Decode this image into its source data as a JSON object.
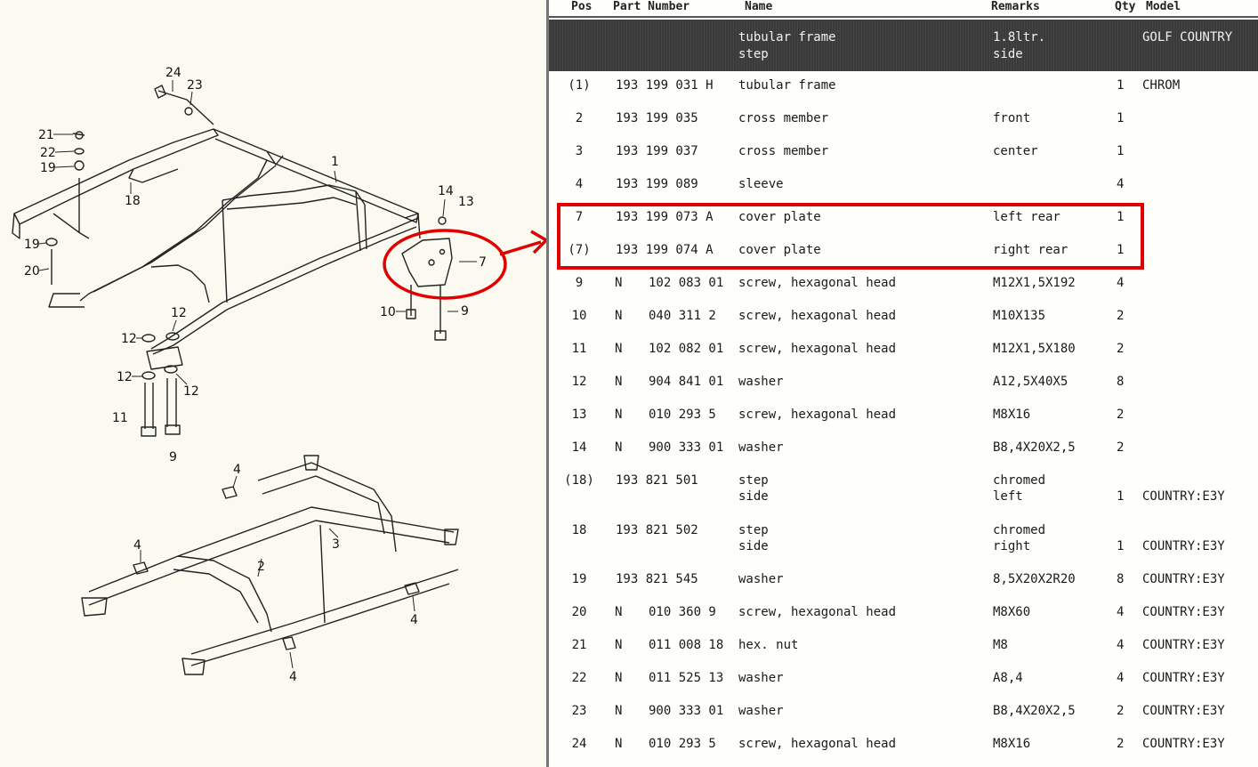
{
  "header": {
    "pos": "Pos",
    "part_number": "Part Number",
    "name": "Name",
    "remarks": "Remarks",
    "qty": "Qty",
    "model": "Model"
  },
  "title_band": {
    "name_line1": "tubular frame",
    "name_line2": "step",
    "remarks_line1": "1.8ltr.",
    "remarks_line2": "side",
    "model": "GOLF COUNTRY"
  },
  "rows": [
    {
      "pos": "(1)",
      "n": "",
      "part": "193 199 031 H",
      "name": "tubular frame",
      "name2": "",
      "rem": "",
      "rem2": "",
      "qty": "1",
      "model": "CHROM"
    },
    {
      "pos": "2",
      "n": "",
      "part": "193 199 035",
      "name": "cross member",
      "name2": "",
      "rem": "front",
      "rem2": "",
      "qty": "1",
      "model": ""
    },
    {
      "pos": "3",
      "n": "",
      "part": "193 199 037",
      "name": "cross member",
      "name2": "",
      "rem": "center",
      "rem2": "",
      "qty": "1",
      "model": ""
    },
    {
      "pos": "4",
      "n": "",
      "part": "193 199 089",
      "name": "sleeve",
      "name2": "",
      "rem": "",
      "rem2": "",
      "qty": "4",
      "model": ""
    },
    {
      "pos": "7",
      "n": "",
      "part": "193 199 073 A",
      "name": "cover plate",
      "name2": "",
      "rem": "left rear",
      "rem2": "",
      "qty": "1",
      "model": ""
    },
    {
      "pos": "(7)",
      "n": "",
      "part": "193 199 074 A",
      "name": "cover plate",
      "name2": "",
      "rem": "right rear",
      "rem2": "",
      "qty": "1",
      "model": ""
    },
    {
      "pos": "9",
      "n": "N",
      "part": "102 083 01",
      "name": "screw, hexagonal head",
      "name2": "",
      "rem": "M12X1,5X192",
      "rem2": "",
      "qty": "4",
      "model": ""
    },
    {
      "pos": "10",
      "n": "N",
      "part": "040 311 2",
      "name": "screw, hexagonal head",
      "name2": "",
      "rem": "M10X135",
      "rem2": "",
      "qty": "2",
      "model": ""
    },
    {
      "pos": "11",
      "n": "N",
      "part": "102 082 01",
      "name": "screw, hexagonal head",
      "name2": "",
      "rem": "M12X1,5X180",
      "rem2": "",
      "qty": "2",
      "model": ""
    },
    {
      "pos": "12",
      "n": "N",
      "part": "904 841 01",
      "name": "washer",
      "name2": "",
      "rem": "A12,5X40X5",
      "rem2": "",
      "qty": "8",
      "model": ""
    },
    {
      "pos": "13",
      "n": "N",
      "part": "010 293 5",
      "name": "screw, hexagonal head",
      "name2": "",
      "rem": "M8X16",
      "rem2": "",
      "qty": "2",
      "model": ""
    },
    {
      "pos": "14",
      "n": "N",
      "part": "900 333 01",
      "name": "washer",
      "name2": "",
      "rem": "B8,4X20X2,5",
      "rem2": "",
      "qty": "2",
      "model": ""
    },
    {
      "pos": "(18)",
      "n": "",
      "part": "193 821 501",
      "name": "step",
      "name2": "side",
      "rem": "chromed",
      "rem2": "left",
      "qty": "1",
      "model": "COUNTRY:E3Y"
    },
    {
      "pos": "18",
      "n": "",
      "part": "193 821 502",
      "name": "step",
      "name2": "side",
      "rem": "chromed",
      "rem2": "right",
      "qty": "1",
      "model": "COUNTRY:E3Y"
    },
    {
      "pos": "19",
      "n": "",
      "part": "193 821 545",
      "name": "washer",
      "name2": "",
      "rem": "8,5X20X2R20",
      "rem2": "",
      "qty": "8",
      "model": "COUNTRY:E3Y"
    },
    {
      "pos": "20",
      "n": "N",
      "part": "010 360 9",
      "name": "screw, hexagonal head",
      "name2": "",
      "rem": "M8X60",
      "rem2": "",
      "qty": "4",
      "model": "COUNTRY:E3Y"
    },
    {
      "pos": "21",
      "n": "N",
      "part": "011 008 18",
      "name": "hex. nut",
      "name2": "",
      "rem": "M8",
      "rem2": "",
      "qty": "4",
      "model": "COUNTRY:E3Y"
    },
    {
      "pos": "22",
      "n": "N",
      "part": "011 525 13",
      "name": "washer",
      "name2": "",
      "rem": "A8,4",
      "rem2": "",
      "qty": "4",
      "model": "COUNTRY:E3Y"
    },
    {
      "pos": "23",
      "n": "N",
      "part": "900 333 01",
      "name": "washer",
      "name2": "",
      "rem": "B8,4X20X2,5",
      "rem2": "",
      "qty": "2",
      "model": "COUNTRY:E3Y"
    },
    {
      "pos": "24",
      "n": "N",
      "part": "010 293 5",
      "name": "screw, hexagonal head",
      "name2": "",
      "rem": "M8X16",
      "rem2": "",
      "qty": "2",
      "model": "COUNTRY:E3Y"
    }
  ],
  "diagram": {
    "callouts": [
      "24",
      "23",
      "21",
      "22",
      "19",
      "18",
      "1",
      "14",
      "13",
      "7",
      "19",
      "20",
      "10",
      "9",
      "12",
      "12",
      "12",
      "12",
      "11",
      "9",
      "4",
      "4",
      "3",
      "2",
      "4",
      "4"
    ]
  },
  "colors": {
    "highlight": "#e00000",
    "band": "#3a3a3a",
    "ink": "#1a1a1a"
  }
}
